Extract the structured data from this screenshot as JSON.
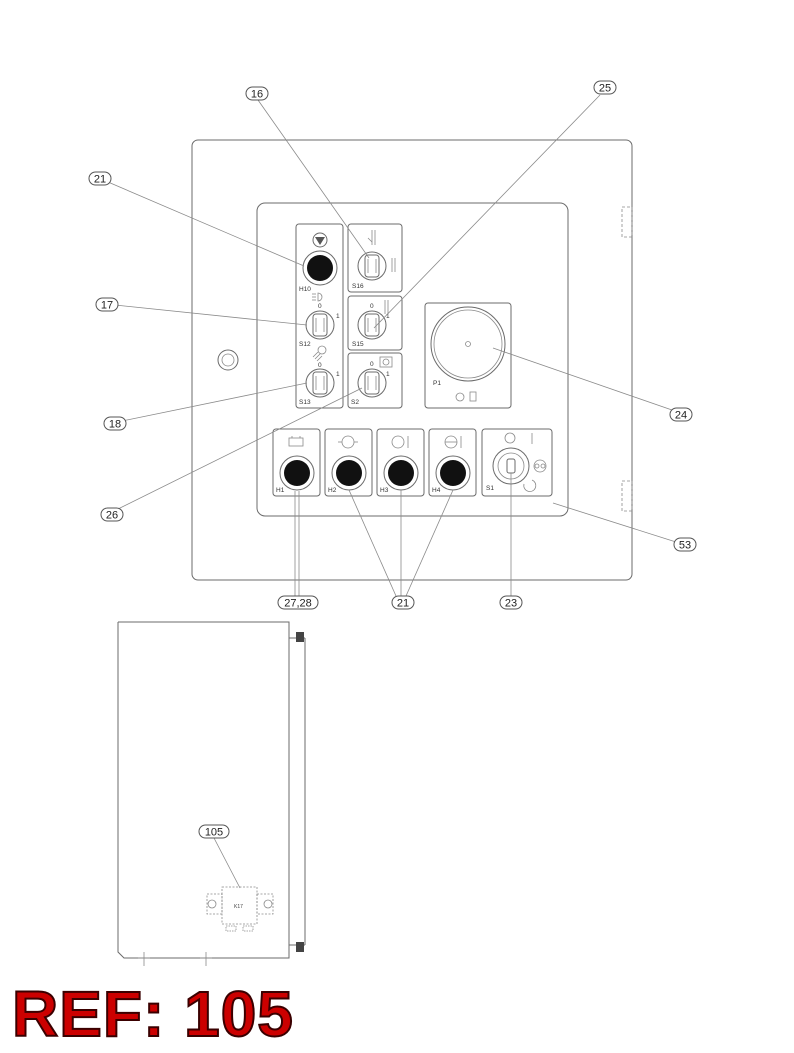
{
  "callouts": [
    "16",
    "25",
    "21",
    "17",
    "18",
    "26",
    "24",
    "53",
    "27,28",
    "21",
    "23",
    "105"
  ],
  "component_labels": {
    "h10": "H10",
    "s16": "S16",
    "s12": "S12",
    "s15": "S15",
    "s13": "S13",
    "s2": "S2",
    "p1": "P1",
    "h1": "H1",
    "h2": "H2",
    "h3": "H3",
    "h4": "H4",
    "s1": "S1"
  },
  "switch_marks": {
    "zero": "0",
    "one": "1"
  },
  "sub_panel_label": "K17",
  "reference": "REF: 105",
  "colors": {
    "reference_text": "#cc0000",
    "line": "#6b6b6b",
    "lamp": "#111111"
  }
}
